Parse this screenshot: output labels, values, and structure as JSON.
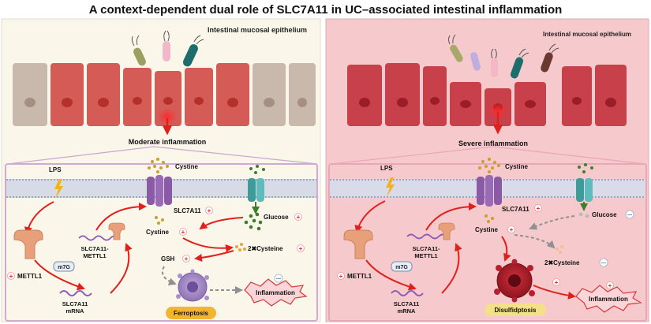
{
  "title": "A context-dependent dual role of SLC7A11 in UC–associated intestinal inflammation",
  "colors": {
    "left_bg": "#fbf6ea",
    "right_bg": "#f6c9cc",
    "arrow_red": "#e0201b",
    "membrane": "#b9c2d6",
    "slc_purple": "#8a5aa6",
    "glucose_teal": "#4aa6a6",
    "cystine_gold": "#c9a030",
    "glucose_green": "#3f7d2e",
    "mettl_orange": "#e7a07a",
    "mrna_purple": "#8e5bb5",
    "ferroptosis_badge": "#f2b530",
    "disulfidptosis_badge": "#f5e08a"
  },
  "left": {
    "epithelium_label": "Intestinal mucosal epithelium",
    "state_label": "Moderate inflammation",
    "lps": "LPS",
    "cystine_out": "Cystine",
    "slc7a11": "SLC7A11",
    "glucose": "Glucose",
    "cystine_in": "Cystine",
    "slc_mettl": "SLC7A11-\nMETTL1",
    "m7g": "m7G",
    "mettl1": "METTL1",
    "mrna": "SLC7A11\nmRNA",
    "cysteine": "2✖Cysteine",
    "gsh": "GSH",
    "inflammation": "Inflammation",
    "ferroptosis": "Ferroptosis"
  },
  "right": {
    "epithelium_label": "Intestinal mucosal epithelium",
    "state_label": "Severe inflammation",
    "lps": "LPS",
    "cystine_out": "Cystine",
    "slc7a11": "SLC7A11",
    "glucose": "Glucose",
    "cystine_in": "Cystine",
    "slc_mettl": "SLC7A11-\nMETTL1",
    "m7g": "m7G",
    "mettl1": "METTL1",
    "mrna": "SLC7A11\nmRNA",
    "cysteine": "2✖Cysteine",
    "inflammation": "Inflammation",
    "disulfidptosis": "Disulfidptosis"
  },
  "signs": {
    "plus": "+",
    "minus": "—"
  }
}
